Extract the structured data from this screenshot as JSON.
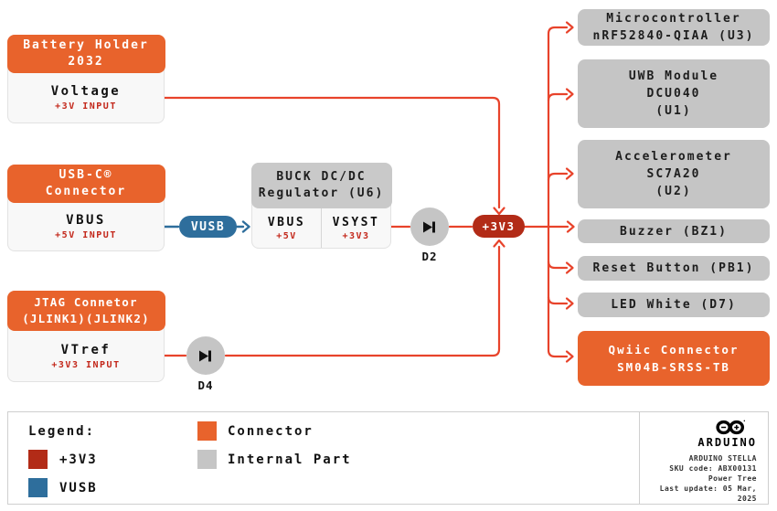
{
  "diagram": {
    "battery": {
      "title_lines": [
        "Battery Holder",
        "2032"
      ],
      "signal": "Voltage",
      "note": "+3V INPUT"
    },
    "usbc": {
      "title_lines": [
        "USB-C®",
        "Connector"
      ],
      "signal": "VBUS",
      "note": "+5V INPUT"
    },
    "jtag": {
      "title_lines": [
        "JTAG Connetor",
        "(JLINK1)(JLINK2)"
      ],
      "signal": "VTref",
      "note": "+3V3 INPUT"
    },
    "buck": {
      "title_lines": [
        "BUCK DC/DC",
        "Regulator (U6)"
      ],
      "cells": [
        {
          "signal": "VBUS",
          "note": "+5V"
        },
        {
          "signal": "VSYST",
          "note": "+3V3"
        }
      ]
    },
    "diodes": [
      {
        "label": "D2"
      },
      {
        "label": "D4"
      }
    ],
    "nets": {
      "vusb": "VUSB",
      "p3v3": "+3V3"
    },
    "loads": [
      {
        "lines": [
          "Microcontroller",
          "nRF52840-QIAA (U3)"
        ],
        "type": "internal"
      },
      {
        "lines": [
          "UWB Module",
          "DCU040",
          "(U1)"
        ],
        "type": "internal"
      },
      {
        "lines": [
          "Accelerometer",
          "SC7A20",
          "(U2)"
        ],
        "type": "internal"
      },
      {
        "lines": [
          "Buzzer (BZ1)"
        ],
        "type": "internal"
      },
      {
        "lines": [
          "Reset Button (PB1)"
        ],
        "type": "internal"
      },
      {
        "lines": [
          "LED White (D7)"
        ],
        "type": "internal"
      },
      {
        "lines": [
          "Qwiic Connector",
          "SM04B-SRSS-TB"
        ],
        "type": "connector"
      }
    ]
  },
  "legend": {
    "title": "Legend:",
    "items": [
      {
        "label": "Connector",
        "color": "#E8632C"
      },
      {
        "label": "+3V3",
        "color": "#B22B17"
      },
      {
        "label": "Internal Part",
        "color": "#C5C5C5"
      },
      {
        "label": "VUSB",
        "color": "#2E6E9C"
      }
    ]
  },
  "footer": {
    "brand": "ARDUINO",
    "info_lines": [
      "ARDUINO STELLA",
      "SKU code: ABX00131",
      "Power Tree",
      "Last update: 05 Mar, 2025"
    ]
  },
  "colors": {
    "connector_orange": "#E8632C",
    "net_3v3_red": "#B22B17",
    "vusb_blue": "#2E6E9C",
    "wire_red": "#E8432B",
    "internal_gray": "#C5C5C5",
    "note_red": "#C3271A"
  }
}
